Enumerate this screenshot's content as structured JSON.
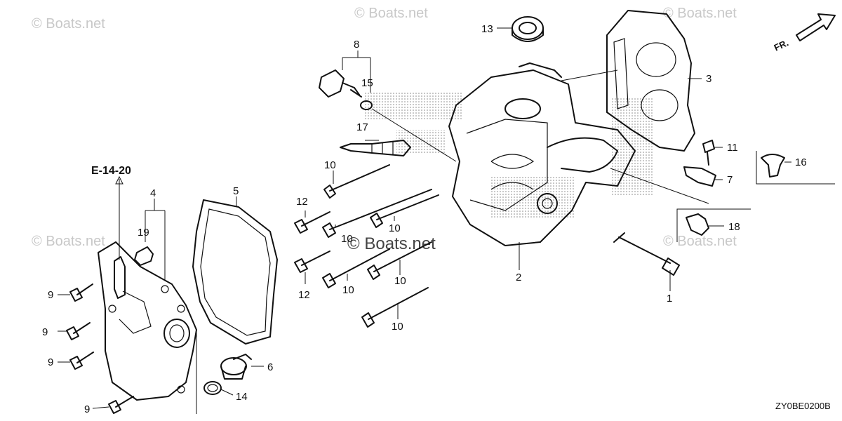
{
  "diagram": {
    "reference": "E-14-20",
    "drawing_code": "ZY0BE0200B",
    "direction_label": "FR.",
    "watermark": "© Boats.net",
    "callouts": [
      "1",
      "2",
      "3",
      "4",
      "5",
      "6",
      "7",
      "8",
      "9",
      "10",
      "11",
      "12",
      "13",
      "14",
      "15",
      "16",
      "17",
      "18",
      "19"
    ]
  }
}
